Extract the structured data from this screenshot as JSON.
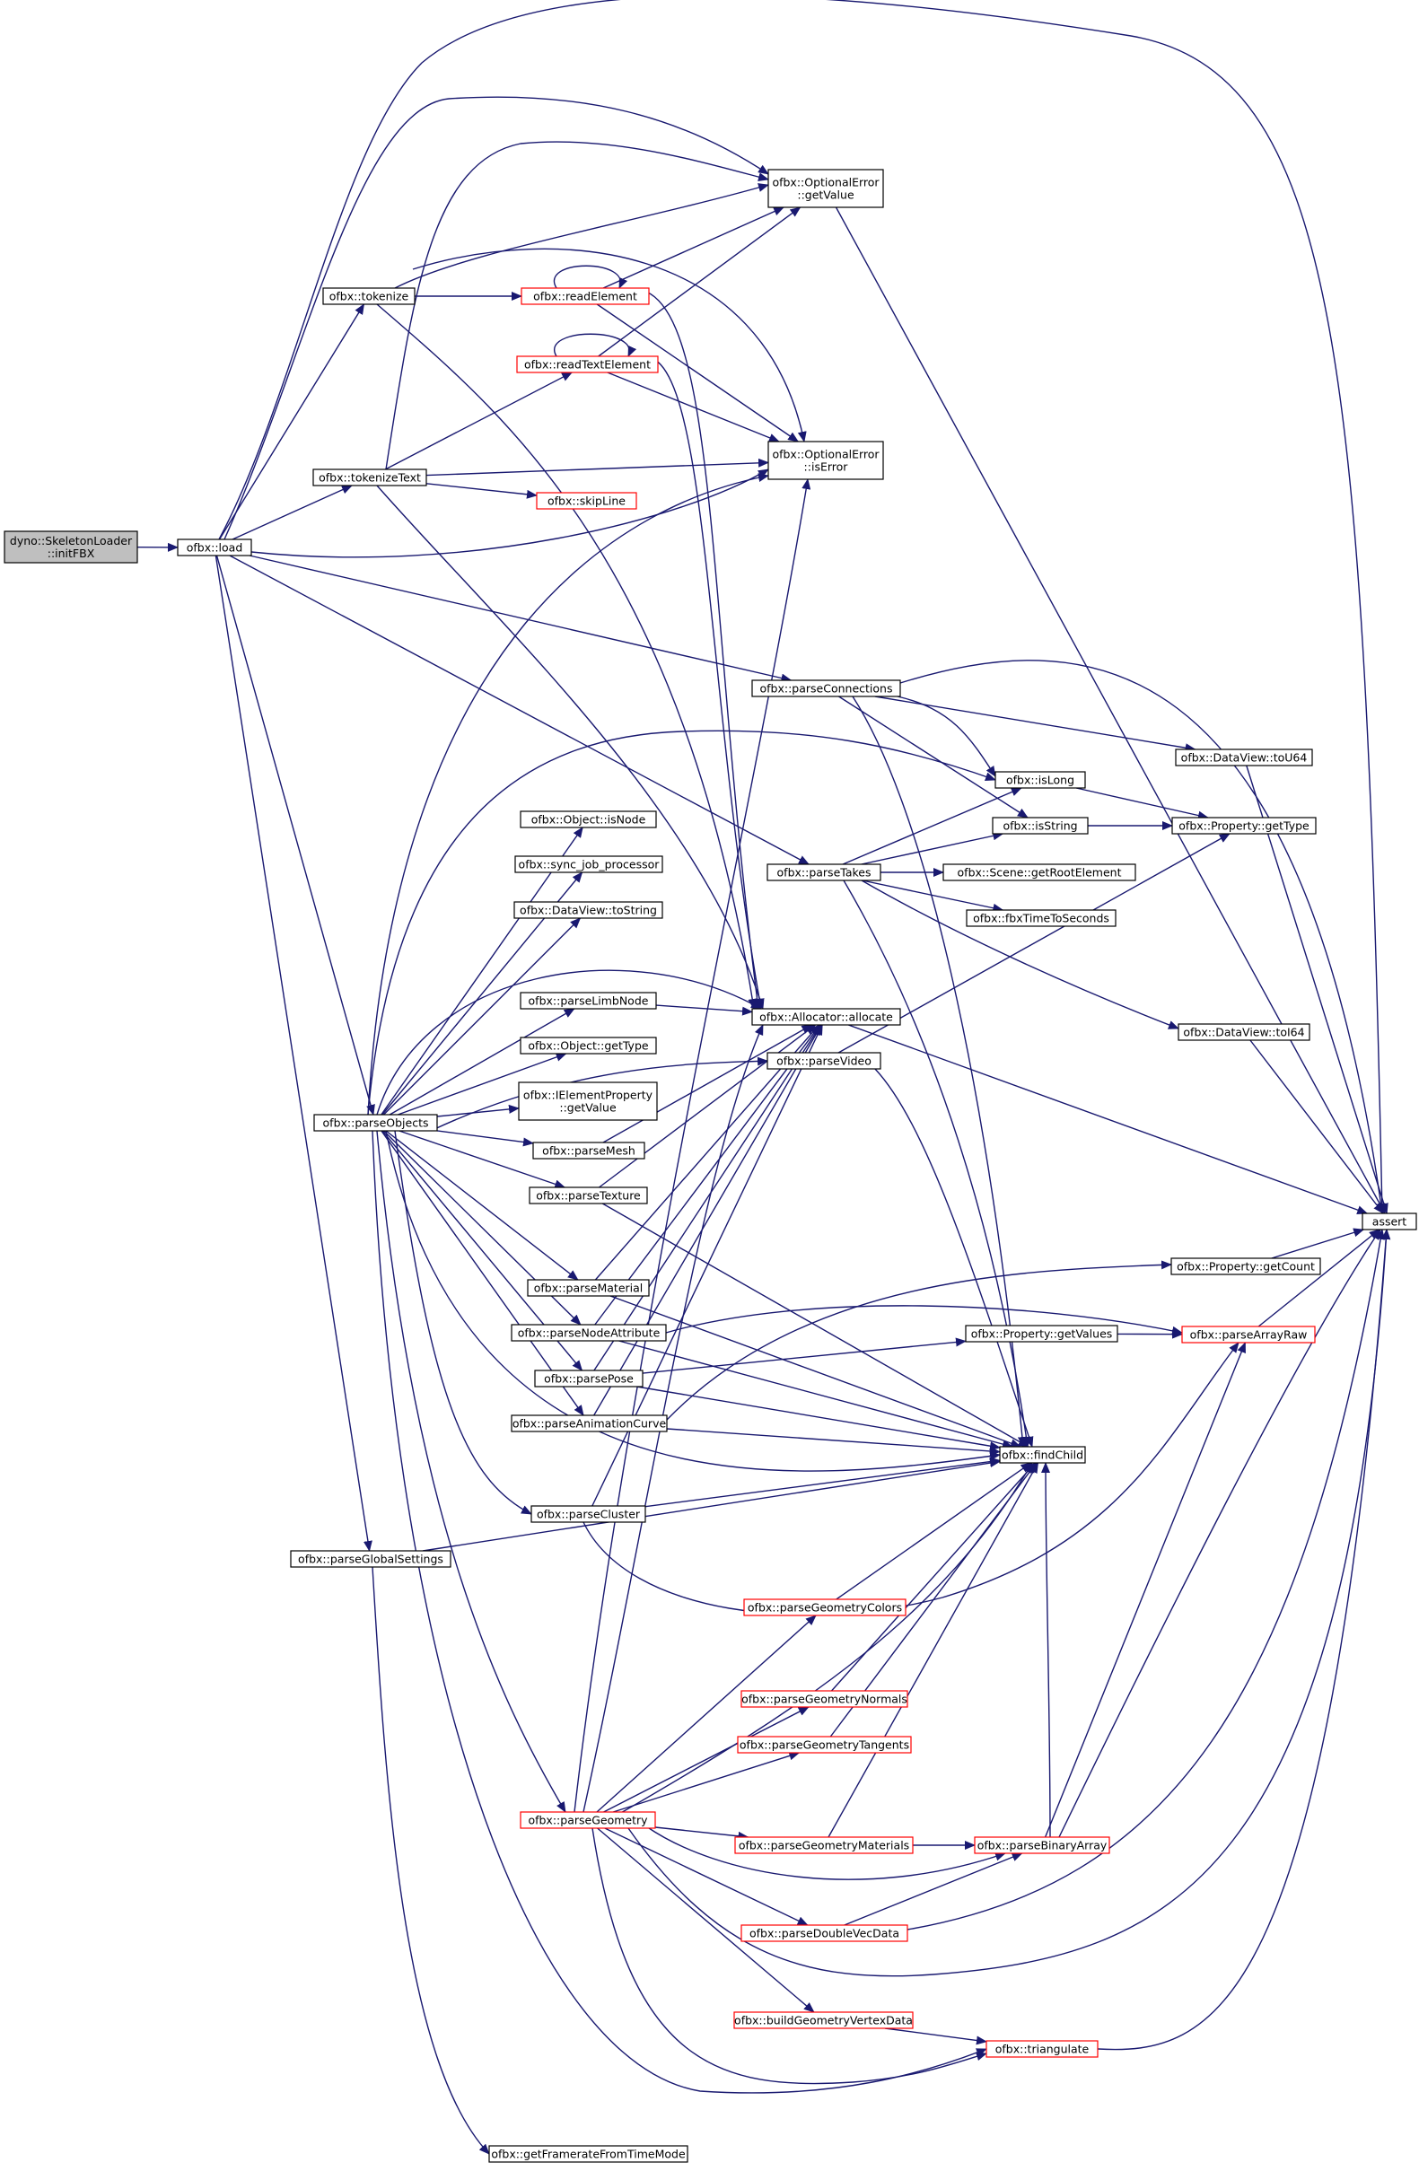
{
  "diagram": {
    "type": "call-graph",
    "colors": {
      "edge": "#191970",
      "node_fill": "#ffffff",
      "node_stroke": "#000000",
      "root_fill": "#bfbfbf",
      "truncated_stroke": "#ff0000",
      "text": "#000000"
    },
    "nodes": [
      {
        "id": "root",
        "lines": [
          "dyno::SkeletonLoader",
          "::initFBX"
        ],
        "style": "root"
      },
      {
        "id": "load",
        "lines": [
          "ofbx::load"
        ],
        "style": "normal"
      },
      {
        "id": "tokenize",
        "lines": [
          "ofbx::tokenize"
        ],
        "style": "normal"
      },
      {
        "id": "tokenizeText",
        "lines": [
          "ofbx::tokenizeText"
        ],
        "style": "normal"
      },
      {
        "id": "parseObjects",
        "lines": [
          "ofbx::parseObjects"
        ],
        "style": "normal"
      },
      {
        "id": "parseGlobalSettings",
        "lines": [
          "ofbx::parseGlobalSettings"
        ],
        "style": "normal"
      },
      {
        "id": "getValue",
        "lines": [
          "ofbx::OptionalError",
          "::getValue"
        ],
        "style": "normal"
      },
      {
        "id": "readElement",
        "lines": [
          "ofbx::readElement"
        ],
        "style": "truncated"
      },
      {
        "id": "readTextElement",
        "lines": [
          "ofbx::readTextElement"
        ],
        "style": "truncated"
      },
      {
        "id": "isError",
        "lines": [
          "ofbx::OptionalError",
          "::isError"
        ],
        "style": "normal"
      },
      {
        "id": "skipLine",
        "lines": [
          "ofbx::skipLine"
        ],
        "style": "truncated"
      },
      {
        "id": "parseConnections",
        "lines": [
          "ofbx::parseConnections"
        ],
        "style": "normal"
      },
      {
        "id": "isNode",
        "lines": [
          "ofbx::Object::isNode"
        ],
        "style": "normal"
      },
      {
        "id": "sync",
        "lines": [
          "ofbx::sync_job_processor"
        ],
        "style": "normal"
      },
      {
        "id": "toString",
        "lines": [
          "ofbx::DataView::toString"
        ],
        "style": "normal"
      },
      {
        "id": "parseTakes",
        "lines": [
          "ofbx::parseTakes"
        ],
        "style": "normal"
      },
      {
        "id": "parseLimbNode",
        "lines": [
          "ofbx::parseLimbNode"
        ],
        "style": "normal"
      },
      {
        "id": "objGetType",
        "lines": [
          "ofbx::Object::getType"
        ],
        "style": "normal"
      },
      {
        "id": "iepGetValue",
        "lines": [
          "ofbx::IElementProperty",
          "::getValue"
        ],
        "style": "normal"
      },
      {
        "id": "parseMesh",
        "lines": [
          "ofbx::parseMesh"
        ],
        "style": "normal"
      },
      {
        "id": "parseTexture",
        "lines": [
          "ofbx::parseTexture"
        ],
        "style": "normal"
      },
      {
        "id": "parseMaterial",
        "lines": [
          "ofbx::parseMaterial"
        ],
        "style": "normal"
      },
      {
        "id": "parseNodeAttribute",
        "lines": [
          "ofbx::parseNodeAttribute"
        ],
        "style": "normal"
      },
      {
        "id": "parsePose",
        "lines": [
          "ofbx::parsePose"
        ],
        "style": "normal"
      },
      {
        "id": "parseAnimationCurve",
        "lines": [
          "ofbx::parseAnimationCurve"
        ],
        "style": "normal"
      },
      {
        "id": "parseCluster",
        "lines": [
          "ofbx::parseCluster"
        ],
        "style": "normal"
      },
      {
        "id": "allocate",
        "lines": [
          "ofbx::Allocator::allocate"
        ],
        "style": "normal"
      },
      {
        "id": "parseVideo",
        "lines": [
          "ofbx::parseVideo"
        ],
        "style": "normal"
      },
      {
        "id": "isLong",
        "lines": [
          "ofbx::isLong"
        ],
        "style": "normal"
      },
      {
        "id": "isString",
        "lines": [
          "ofbx::isString"
        ],
        "style": "normal"
      },
      {
        "id": "getRootElement",
        "lines": [
          "ofbx::Scene::getRootElement"
        ],
        "style": "normal"
      },
      {
        "id": "fbxTime",
        "lines": [
          "ofbx::fbxTimeToSeconds"
        ],
        "style": "normal"
      },
      {
        "id": "toU64",
        "lines": [
          "ofbx::DataView::toU64"
        ],
        "style": "normal"
      },
      {
        "id": "propGetType",
        "lines": [
          "ofbx::Property::getType"
        ],
        "style": "normal"
      },
      {
        "id": "toI64",
        "lines": [
          "ofbx::DataView::toI64"
        ],
        "style": "normal"
      },
      {
        "id": "assert",
        "lines": [
          "assert"
        ],
        "style": "normal"
      },
      {
        "id": "getCount",
        "lines": [
          "ofbx::Property::getCount"
        ],
        "style": "normal"
      },
      {
        "id": "getValues",
        "lines": [
          "ofbx::Property::getValues"
        ],
        "style": "normal"
      },
      {
        "id": "parseArrayRaw",
        "lines": [
          "ofbx::parseArrayRaw"
        ],
        "style": "truncated"
      },
      {
        "id": "findChild",
        "lines": [
          "ofbx::findChild"
        ],
        "style": "normal"
      },
      {
        "id": "parseGeometryColors",
        "lines": [
          "ofbx::parseGeometryColors"
        ],
        "style": "truncated"
      },
      {
        "id": "parseGeometryNormals",
        "lines": [
          "ofbx::parseGeometryNormals"
        ],
        "style": "truncated"
      },
      {
        "id": "parseGeometryTangents",
        "lines": [
          "ofbx::parseGeometryTangents"
        ],
        "style": "truncated"
      },
      {
        "id": "parseGeometry",
        "lines": [
          "ofbx::parseGeometry"
        ],
        "style": "truncated"
      },
      {
        "id": "parseGeometryMaterials",
        "lines": [
          "ofbx::parseGeometryMaterials"
        ],
        "style": "truncated"
      },
      {
        "id": "parseBinaryArray",
        "lines": [
          "ofbx::parseBinaryArray"
        ],
        "style": "truncated"
      },
      {
        "id": "parseDoubleVecData",
        "lines": [
          "ofbx::parseDoubleVecData"
        ],
        "style": "truncated"
      },
      {
        "id": "buildGeometryVertexData",
        "lines": [
          "ofbx::buildGeometryVertexData"
        ],
        "style": "truncated"
      },
      {
        "id": "triangulate",
        "lines": [
          "ofbx::triangulate"
        ],
        "style": "truncated"
      },
      {
        "id": "getFramerate",
        "lines": [
          "ofbx::getFramerateFromTimeMode"
        ],
        "style": "normal"
      }
    ],
    "edges": [
      [
        "root",
        "load"
      ],
      [
        "load",
        "tokenize"
      ],
      [
        "load",
        "tokenizeText"
      ],
      [
        "load",
        "parseObjects"
      ],
      [
        "load",
        "parseGlobalSettings"
      ],
      [
        "load",
        "getValue"
      ],
      [
        "load",
        "isError"
      ],
      [
        "load",
        "parseConnections"
      ],
      [
        "load",
        "parseTakes"
      ],
      [
        "load",
        "assert"
      ],
      [
        "tokenize",
        "readElement"
      ],
      [
        "tokenize",
        "getValue"
      ],
      [
        "tokenize",
        "isError"
      ],
      [
        "tokenize",
        "allocate"
      ],
      [
        "tokenizeText",
        "readTextElement"
      ],
      [
        "tokenizeText",
        "isError"
      ],
      [
        "tokenizeText",
        "skipLine"
      ],
      [
        "tokenizeText",
        "getValue"
      ],
      [
        "tokenizeText",
        "allocate"
      ],
      [
        "readElement",
        "readElement"
      ],
      [
        "readElement",
        "getValue"
      ],
      [
        "readElement",
        "isError"
      ],
      [
        "readElement",
        "allocate"
      ],
      [
        "readTextElement",
        "readTextElement"
      ],
      [
        "readTextElement",
        "getValue"
      ],
      [
        "readTextElement",
        "isError"
      ],
      [
        "readTextElement",
        "allocate"
      ],
      [
        "getValue",
        "assert"
      ],
      [
        "parseObjects",
        "isError"
      ],
      [
        "parseObjects",
        "isLong"
      ],
      [
        "parseObjects",
        "isNode"
      ],
      [
        "parseObjects",
        "sync"
      ],
      [
        "parseObjects",
        "toString"
      ],
      [
        "parseObjects",
        "allocate"
      ],
      [
        "parseObjects",
        "parseLimbNode"
      ],
      [
        "parseObjects",
        "objGetType"
      ],
      [
        "parseObjects",
        "iepGetValue"
      ],
      [
        "parseObjects",
        "parseMesh"
      ],
      [
        "parseObjects",
        "parseTexture"
      ],
      [
        "parseObjects",
        "parseMaterial"
      ],
      [
        "parseObjects",
        "parseNodeAttribute"
      ],
      [
        "parseObjects",
        "parsePose"
      ],
      [
        "parseObjects",
        "parseAnimationCurve"
      ],
      [
        "parseObjects",
        "parseCluster"
      ],
      [
        "parseObjects",
        "parseGeometry"
      ],
      [
        "parseObjects",
        "findChild"
      ],
      [
        "parseObjects",
        "parseVideo"
      ],
      [
        "parseObjects",
        "triangulate"
      ],
      [
        "parseConnections",
        "isLong"
      ],
      [
        "parseConnections",
        "isString"
      ],
      [
        "parseConnections",
        "toU64"
      ],
      [
        "parseConnections",
        "assert"
      ],
      [
        "parseConnections",
        "findChild"
      ],
      [
        "parseTakes",
        "isLong"
      ],
      [
        "parseTakes",
        "isString"
      ],
      [
        "parseTakes",
        "getRootElement"
      ],
      [
        "parseTakes",
        "fbxTime"
      ],
      [
        "parseTakes",
        "toI64"
      ],
      [
        "parseTakes",
        "findChild"
      ],
      [
        "isLong",
        "propGetType"
      ],
      [
        "isString",
        "propGetType"
      ],
      [
        "toU64",
        "assert"
      ],
      [
        "toI64",
        "assert"
      ],
      [
        "parseLimbNode",
        "allocate"
      ],
      [
        "parseMesh",
        "allocate"
      ],
      [
        "parseTexture",
        "allocate"
      ],
      [
        "parseTexture",
        "findChild"
      ],
      [
        "parseMaterial",
        "allocate"
      ],
      [
        "parseMaterial",
        "findChild"
      ],
      [
        "parseNodeAttribute",
        "allocate"
      ],
      [
        "parseNodeAttribute",
        "findChild"
      ],
      [
        "parseNodeAttribute",
        "parseArrayRaw"
      ],
      [
        "parsePose",
        "allocate"
      ],
      [
        "parsePose",
        "findChild"
      ],
      [
        "parsePose",
        "getValues"
      ],
      [
        "parseAnimationCurve",
        "allocate"
      ],
      [
        "parseAnimationCurve",
        "findChild"
      ],
      [
        "parseAnimationCurve",
        "getCount"
      ],
      [
        "parseCluster",
        "allocate"
      ],
      [
        "parseCluster",
        "findChild"
      ],
      [
        "parseCluster",
        "parseArrayRaw"
      ],
      [
        "parseVideo",
        "propGetType"
      ],
      [
        "parseVideo",
        "findChild"
      ],
      [
        "allocate",
        "assert"
      ],
      [
        "getCount",
        "assert"
      ],
      [
        "getValues",
        "parseArrayRaw"
      ],
      [
        "parseArrayRaw",
        "assert"
      ],
      [
        "parseGlobalSettings",
        "findChild"
      ],
      [
        "parseGlobalSettings",
        "getFramerate"
      ],
      [
        "parseGeometry",
        "parseGeometryColors"
      ],
      [
        "parseGeometry",
        "parseGeometryNormals"
      ],
      [
        "parseGeometry",
        "parseGeometryTangents"
      ],
      [
        "parseGeometry",
        "parseGeometryMaterials"
      ],
      [
        "parseGeometry",
        "parseDoubleVecData"
      ],
      [
        "parseGeometry",
        "buildGeometryVertexData"
      ],
      [
        "parseGeometry",
        "triangulate"
      ],
      [
        "parseGeometry",
        "assert"
      ],
      [
        "parseGeometry",
        "allocate"
      ],
      [
        "parseGeometry",
        "findChild"
      ],
      [
        "parseGeometry",
        "isError"
      ],
      [
        "parseGeometry",
        "parseBinaryArray"
      ],
      [
        "parseGeometryColors",
        "findChild"
      ],
      [
        "parseGeometryNormals",
        "findChild"
      ],
      [
        "parseGeometryTangents",
        "findChild"
      ],
      [
        "parseGeometryMaterials",
        "findChild"
      ],
      [
        "parseGeometryMaterials",
        "parseBinaryArray"
      ],
      [
        "parseDoubleVecData",
        "parseBinaryArray"
      ],
      [
        "parseDoubleVecData",
        "assert"
      ],
      [
        "parseBinaryArray",
        "parseArrayRaw"
      ],
      [
        "parseBinaryArray",
        "assert"
      ],
      [
        "parseBinaryArray",
        "findChild"
      ],
      [
        "buildGeometryVertexData",
        "triangulate"
      ],
      [
        "triangulate",
        "assert"
      ]
    ]
  }
}
